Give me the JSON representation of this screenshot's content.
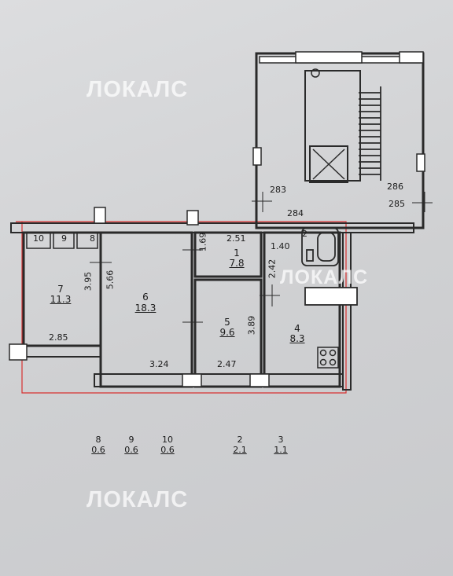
{
  "watermark": "ЛОКАЛС",
  "colors": {
    "wall": "#2a2a2a",
    "outline": "#d83030",
    "paper": "#d3d4d6"
  },
  "stairwell": {
    "d1": "283",
    "d2": "286",
    "d3": "285",
    "d4": "284"
  },
  "rooms": [
    {
      "id": "7",
      "area": "11.3",
      "dim1": "3.95",
      "dim2": "2.85"
    },
    {
      "id": "6",
      "area": "18.3",
      "dim1": "5.66",
      "dim2": "3.24"
    },
    {
      "id": "1",
      "area": "7.8",
      "dim1": "2.51",
      "dim2": "1.69"
    },
    {
      "id": "5",
      "area": "9.6",
      "dim1": "3.89",
      "dim2": "2.47"
    },
    {
      "id": "4",
      "area": "8.3"
    },
    {
      "id": "2",
      "area": "",
      "dim1": "1.40",
      "dim2": "2.42"
    }
  ],
  "closets": [
    "10",
    "9",
    "8"
  ],
  "legend": [
    {
      "n": "8",
      "a": "0.6"
    },
    {
      "n": "9",
      "a": "0.6"
    },
    {
      "n": "10",
      "a": "0.6"
    },
    {
      "n": "2",
      "a": "2.1"
    },
    {
      "n": "3",
      "a": "1.1"
    }
  ]
}
